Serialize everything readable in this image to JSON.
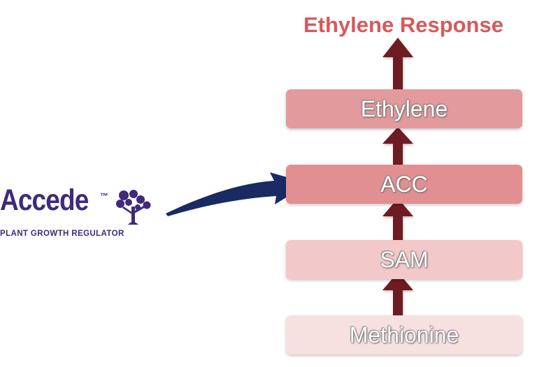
{
  "title": "Ethylene Response",
  "pathway": {
    "steps": [
      "Ethylene",
      "ACC",
      "SAM",
      "Methionine"
    ]
  },
  "logo": {
    "brand": "Accede",
    "trademark": "™",
    "tagline": "PLANT GROWTH REGULATOR",
    "icon": "tree-icon"
  },
  "colors": {
    "title": "#d9585a",
    "arrow": "#6e1d22",
    "pointer_arrow": "#1a2a63",
    "brand": "#3f2a7c"
  }
}
